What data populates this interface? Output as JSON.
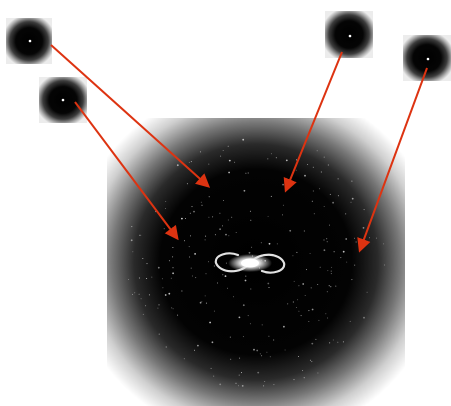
{
  "figure": {
    "background_color": "#ffffff",
    "panel_fade_color": "#ffffff",
    "halo_core_color": "#000000",
    "galaxy_color": "#e6e6e6",
    "star_color": "#d0d0d0",
    "arrow_color": "#dd3311",
    "inset_core_color": "#000000",
    "inset_dot_color": "#ffffff"
  },
  "central_panel": {
    "icon": "dark-matter-halo-with-spiral-galaxy"
  },
  "insets": [
    {
      "name": "inset-1",
      "icon": "dark-halo-thumbnail"
    },
    {
      "name": "inset-2",
      "icon": "dark-halo-thumbnail"
    },
    {
      "name": "inset-3",
      "icon": "dark-halo-thumbnail"
    },
    {
      "name": "inset-4",
      "icon": "dark-halo-thumbnail"
    }
  ],
  "arrows": [
    {
      "from": "inset-1",
      "icon": "arrow"
    },
    {
      "from": "inset-2",
      "icon": "arrow"
    },
    {
      "from": "inset-3",
      "icon": "arrow"
    },
    {
      "from": "inset-4",
      "icon": "arrow"
    }
  ]
}
